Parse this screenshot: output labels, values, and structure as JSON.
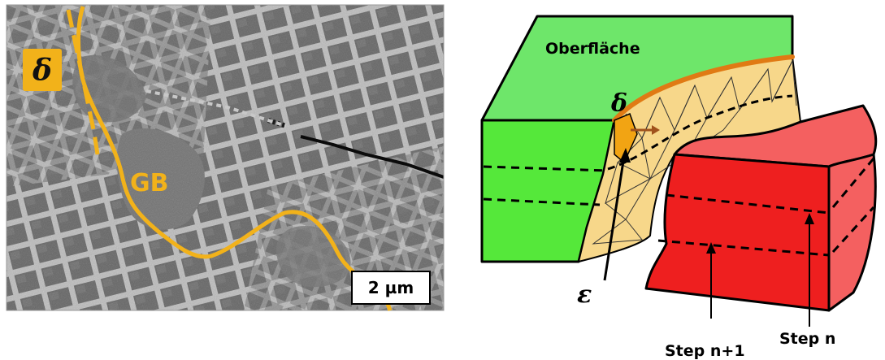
{
  "micrograph": {
    "delta_label": "δ",
    "gb_label": "GB",
    "scale_bar": "2 µm"
  },
  "schematic": {
    "surface_label": "Oberfläche",
    "delta_label": "δ",
    "epsilon_label": "ε",
    "step_n_label": "Step n",
    "step_n1_label": "Step n+1"
  },
  "colors": {
    "gold": "#f2b21a",
    "surface_green": "#6ee66a",
    "side_green": "#55e83a",
    "red": "#ee1f1f",
    "red_light": "#f46060",
    "crack_face": "#f7d78a",
    "orange_edge": "#e07a14"
  }
}
